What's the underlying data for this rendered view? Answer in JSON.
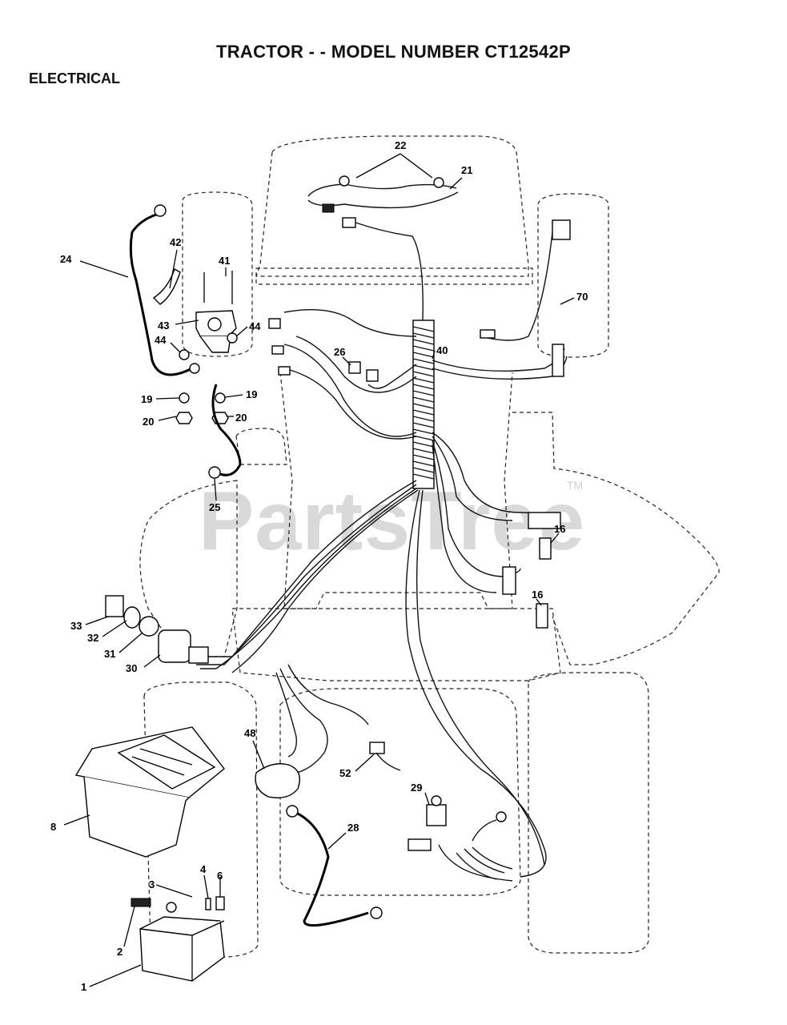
{
  "header": {
    "title": "TRACTOR - - MODEL NUMBER CT12542P",
    "section": "ELECTRICAL"
  },
  "watermark": {
    "text": "PartsTree",
    "tm": "TM"
  },
  "callouts": {
    "c1": "1",
    "c2": "2",
    "c3": "3",
    "c4": "4",
    "c6": "6",
    "c8": "8",
    "c16a": "16",
    "c16b": "16",
    "c19a": "19",
    "c19b": "19",
    "c20a": "20",
    "c20b": "20",
    "c21": "21",
    "c22": "22",
    "c24": "24",
    "c25": "25",
    "c26": "26",
    "c28": "28",
    "c29": "29",
    "c30": "30",
    "c31": "31",
    "c32": "32",
    "c33": "33",
    "c40": "40",
    "c41": "41",
    "c42": "42",
    "c43": "43",
    "c44a": "44",
    "c44b": "44",
    "c48": "48",
    "c52": "52",
    "c70": "70"
  }
}
